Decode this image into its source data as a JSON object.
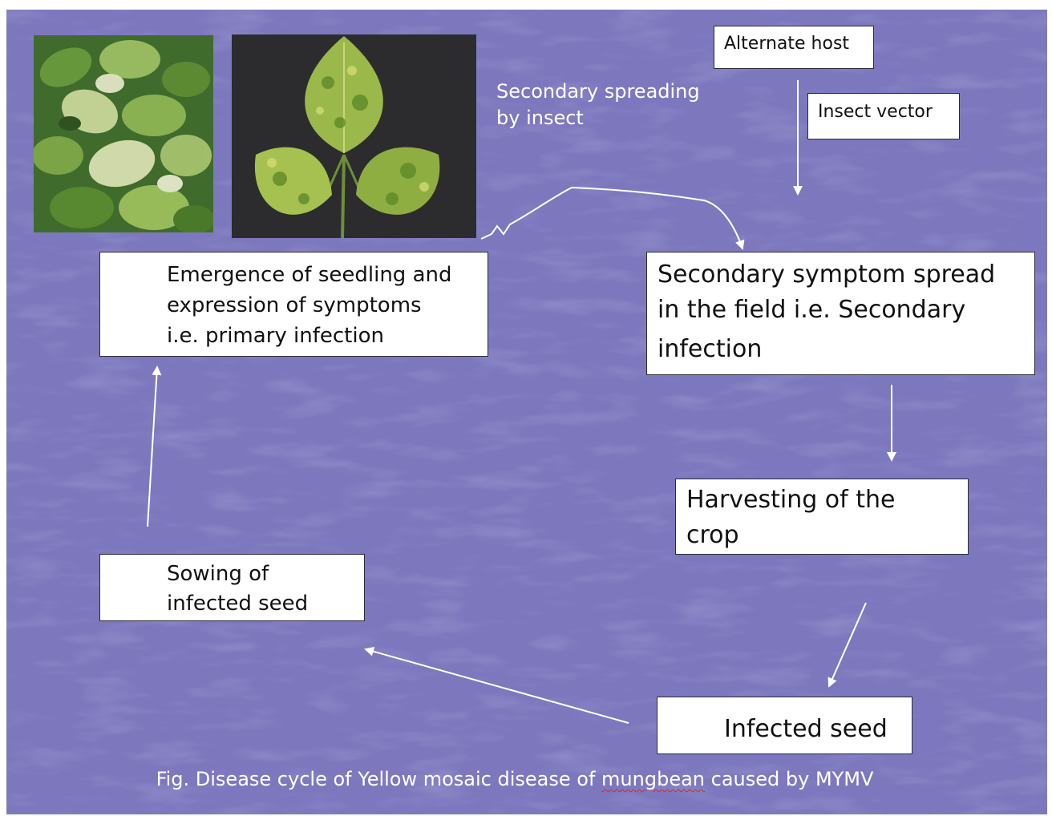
{
  "boxes": {
    "alternate_host": "Alternate host",
    "insect_vector": "Insect vector",
    "emergence": [
      "Emergence of seedling and",
      "expression of symptoms",
      "i.e. primary infection"
    ],
    "secondary_symptom": [
      "Secondary symptom spread",
      "in the field i.e. Secondary",
      "infection"
    ],
    "harvesting": [
      "Harvesting of the",
      "crop"
    ],
    "sowing": [
      "Sowing of",
      "infected seed"
    ],
    "infected_seed": "Infected seed"
  },
  "notes": {
    "secondary_spreading": [
      "Secondary spreading",
      "by insect"
    ]
  },
  "caption": {
    "before": "Fig. Disease cycle of Yellow mosaic disease of ",
    "flagged_word": "mungbean",
    "after": " caused by MYMV"
  },
  "colors": {
    "background": "#7d78be",
    "box_fill": "#ffffff",
    "text_light": "#ffffff",
    "arrow": "#ffffff",
    "spell_underline": "#d62828"
  },
  "images": {
    "plant_photo": "mungbean-plant-mosaic-photo",
    "leaf_photo": "trifoliate-leaf-mosaic-photo"
  }
}
